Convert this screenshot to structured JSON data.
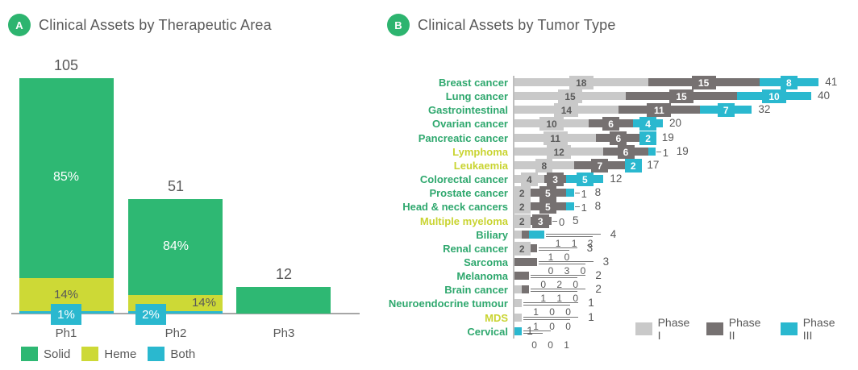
{
  "panel_a": {
    "badge": "A",
    "title": "Clinical Assets by Therapeutic Area"
  },
  "panel_b": {
    "badge": "B",
    "title": "Clinical Assets by Tumor Type"
  },
  "colors": {
    "solid_green": "#2eb873",
    "heme_yellow": "#cdd936",
    "both_cyan": "#2ab8cf",
    "phase1_gray": "#c9c9c9",
    "phase2_gray": "#767171",
    "phase3_cyan": "#2ab8cf",
    "text_gray": "#595959",
    "label_green": "#2fa86e",
    "label_heme": "#c9d431",
    "axis_gray": "#a6a6a6"
  },
  "chart_data": [
    {
      "type": "bar",
      "title": "Clinical Assets by Therapeutic Area",
      "stacked": true,
      "categories": [
        "Ph1",
        "Ph2",
        "Ph3"
      ],
      "totals": [
        105,
        51,
        12
      ],
      "series": [
        {
          "name": "Solid",
          "color": "#2eb873",
          "percents": [
            85,
            84,
            null
          ]
        },
        {
          "name": "Heme",
          "color": "#cdd936",
          "percents": [
            14,
            14,
            null
          ]
        },
        {
          "name": "Both",
          "color": "#2ab8cf",
          "percents": [
            1,
            2,
            null
          ]
        }
      ],
      "percent_suffix": "%",
      "legend_position": "bottom"
    },
    {
      "type": "bar-horizontal",
      "title": "Clinical Assets by Tumor Type",
      "stacked": true,
      "series_names": [
        "Phase I",
        "Phase II",
        "Phase III"
      ],
      "series_colors": [
        "#c9c9c9",
        "#767171",
        "#2ab8cf"
      ],
      "legend_position": "bottom-right",
      "rows": [
        {
          "label": "Breast cancer",
          "group": "solid",
          "values": [
            18,
            15,
            8
          ],
          "total": 41
        },
        {
          "label": "Lung cancer",
          "group": "solid",
          "values": [
            15,
            15,
            10
          ],
          "total": 40
        },
        {
          "label": "Gastrointestinal",
          "group": "solid",
          "values": [
            14,
            11,
            7
          ],
          "total": 32
        },
        {
          "label": "Ovarian cancer",
          "group": "solid",
          "values": [
            10,
            6,
            4
          ],
          "total": 20
        },
        {
          "label": "Pancreatic cancer",
          "group": "solid",
          "values": [
            11,
            6,
            2
          ],
          "total": 19
        },
        {
          "label": "Lymphoma",
          "group": "heme",
          "values": [
            12,
            6,
            1
          ],
          "total": 19
        },
        {
          "label": "Leukaemia",
          "group": "heme",
          "values": [
            8,
            7,
            2
          ],
          "total": 17
        },
        {
          "label": "Colorectal cancer",
          "group": "solid",
          "values": [
            4,
            3,
            5
          ],
          "total": 12
        },
        {
          "label": "Prostate cancer",
          "group": "solid",
          "values": [
            2,
            5,
            1
          ],
          "total": 8
        },
        {
          "label": "Head & neck cancers",
          "group": "solid",
          "values": [
            2,
            5,
            1
          ],
          "total": 8
        },
        {
          "label": "Multiple myeloma",
          "group": "heme",
          "values": [
            2,
            3,
            0
          ],
          "total": 5
        },
        {
          "label": "Biliary",
          "group": "solid",
          "values": [
            1,
            1,
            2
          ],
          "total": 4
        },
        {
          "label": "Renal cancer",
          "group": "solid",
          "values": [
            2,
            1,
            0
          ],
          "total": 3
        },
        {
          "label": "Sarcoma",
          "group": "solid",
          "values": [
            0,
            3,
            0
          ],
          "total": 3
        },
        {
          "label": "Melanoma",
          "group": "solid",
          "values": [
            0,
            2,
            0
          ],
          "total": 2
        },
        {
          "label": "Brain cancer",
          "group": "solid",
          "values": [
            1,
            1,
            0
          ],
          "total": 2
        },
        {
          "label": "Neuroendocrine tumour",
          "group": "solid",
          "values": [
            1,
            0,
            0
          ],
          "total": 1
        },
        {
          "label": "MDS",
          "group": "heme",
          "values": [
            1,
            0,
            0
          ],
          "total": 1
        },
        {
          "label": "Cervical",
          "group": "solid",
          "values": [
            0,
            0,
            1
          ],
          "total": 1
        }
      ]
    }
  ]
}
